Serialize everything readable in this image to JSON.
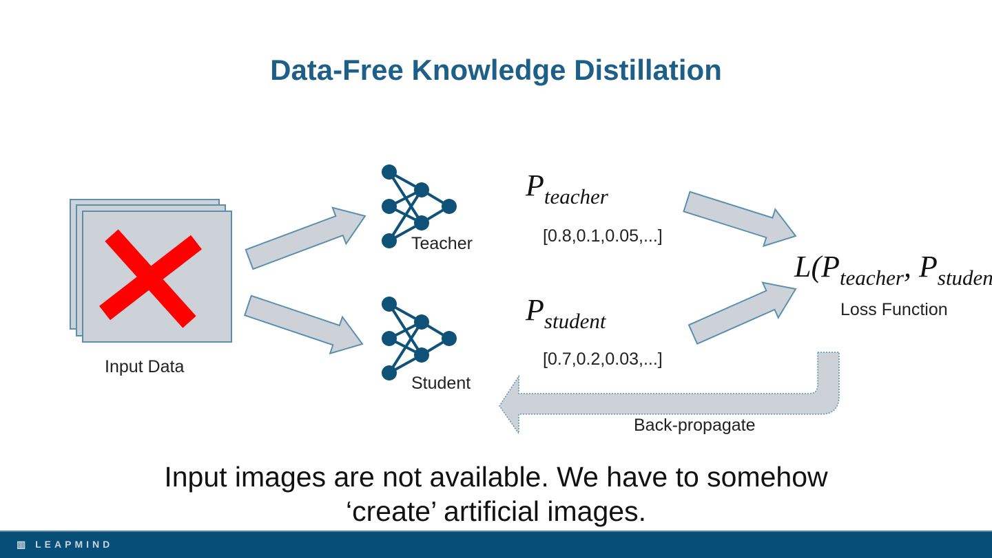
{
  "slide": {
    "title": "Data-Free Knowledge Distillation",
    "input_label": "Input Data",
    "teacher_label": "Teacher",
    "student_label": "Student",
    "p_teacher": {
      "symbol": "P",
      "subscript": "teacher",
      "values": "[0.8,0.1,0.05,...]"
    },
    "p_student": {
      "symbol": "P",
      "subscript": "student",
      "values": "[0.7,0.2,0.03,...]"
    },
    "loss": {
      "prefix": "L(",
      "p1": "P",
      "sub1": "teacher",
      "sep": ", ",
      "p2": "P",
      "sub2": "student",
      "suffix": ")",
      "label": "Loss Function"
    },
    "backprop_label": "Back-propagate",
    "caption_line1": "Input images are not available. We have to somehow",
    "caption_line2": "‘create’ artificial images."
  },
  "footer": {
    "logo_text": "LEAPMIND"
  },
  "colors": {
    "title": "#1d5f86",
    "node": "#0e5278",
    "arrow_fill": "#cdd2d9",
    "arrow_stroke": "#5b8fae",
    "cross": "#ff0000",
    "footer": "#074f78"
  }
}
